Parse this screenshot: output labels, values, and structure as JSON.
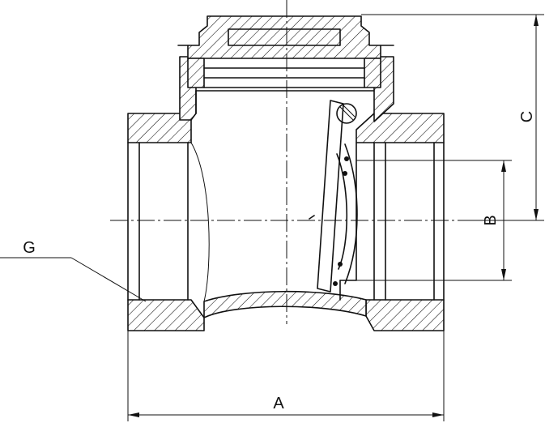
{
  "figure": {
    "dimensions": [
      {
        "id": "A",
        "label": "A"
      },
      {
        "id": "B",
        "label": "B"
      },
      {
        "id": "C",
        "label": "C"
      }
    ],
    "callouts": [
      {
        "id": "G",
        "label": "G"
      }
    ]
  }
}
